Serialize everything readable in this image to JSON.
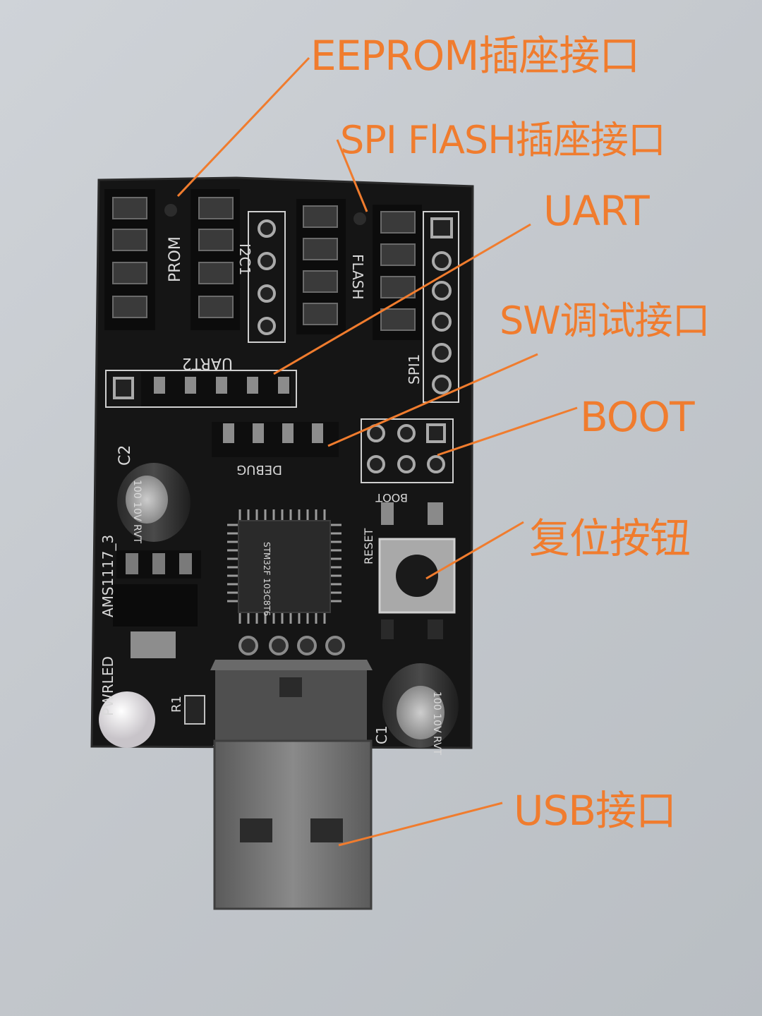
{
  "annotations": {
    "eeprom": "EEPROM插座接口",
    "spi_flash": "SPI FlASH插座接口",
    "uart": "UART",
    "sw_debug": "SW调试接口",
    "boot": "BOOT",
    "reset_button": "复位按钮",
    "usb": "USB接口"
  },
  "silkscreen": {
    "prom": "PROM",
    "i2c": "I2C1",
    "flash": "FLASH",
    "uart2": "UART2",
    "spi1": "SPI1",
    "c2": "C2",
    "debug": "DEBUG",
    "boot": "BOOT",
    "reset": "RESET",
    "ams": "AMS1117_3",
    "pwrled": "PWRLED",
    "r1": "R1",
    "c1": "C1",
    "cap_c2_value": "100 10V RVT",
    "cap_c1_value": "100 10V RVT",
    "mcu_marking": "STM32F 103C8T6"
  },
  "colors": {
    "annotation": "#f07c2e",
    "pcb": "#161616",
    "silkscreen": "#d9d9d9",
    "background": "#c6cacf"
  }
}
